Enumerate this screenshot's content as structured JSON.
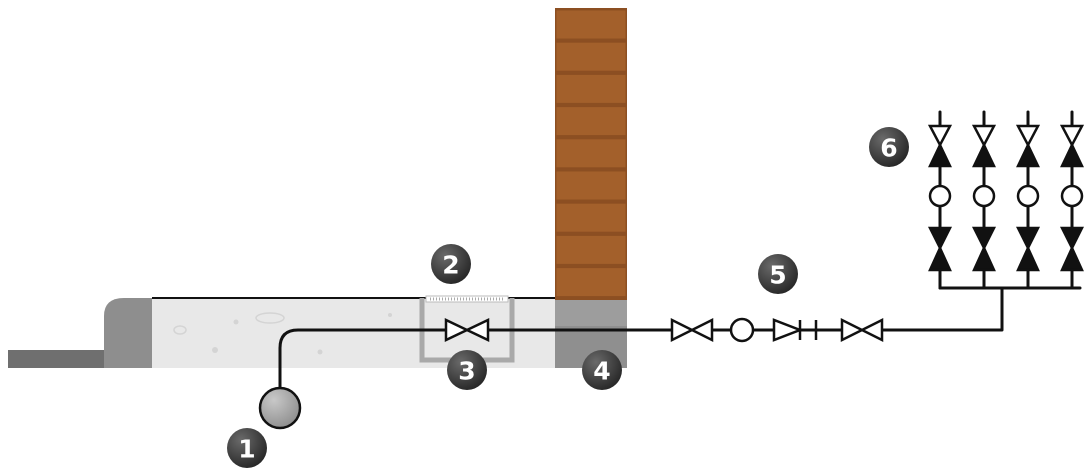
{
  "diagram": {
    "markers": [
      {
        "id": "marker-1",
        "number": "1"
      },
      {
        "id": "marker-2",
        "number": "2"
      },
      {
        "id": "marker-3",
        "number": "3"
      },
      {
        "id": "marker-4",
        "number": "4"
      },
      {
        "id": "marker-5",
        "number": "5"
      },
      {
        "id": "marker-6",
        "number": "6"
      }
    ],
    "colors": {
      "marker_fill": "#3a3a3a",
      "brick": "#a3602b",
      "ground": "#e6e6e6",
      "concrete": "#b5b5b5",
      "pipe": "#111111"
    }
  }
}
